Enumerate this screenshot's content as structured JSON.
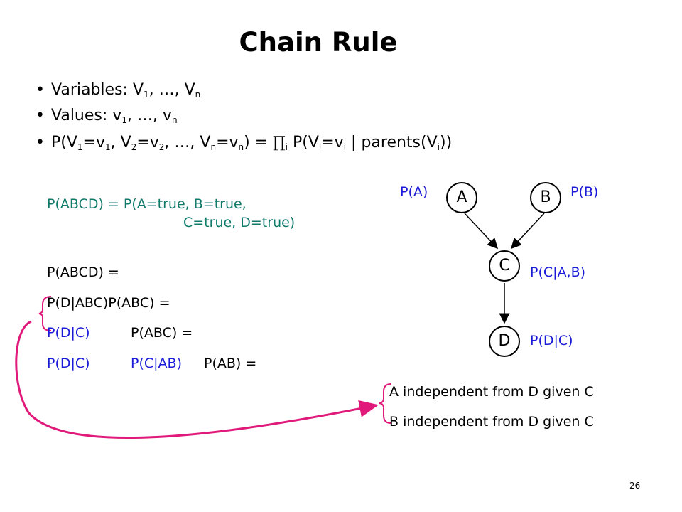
{
  "title": "Chain Rule",
  "bullets": {
    "b1": {
      "prefix": "Variables: V",
      "s1": "1",
      "mid": ", …, V",
      "s2": "n"
    },
    "b2": {
      "prefix": "Values: v",
      "s1": "1",
      "mid": ", …, v",
      "s2": "n"
    },
    "b3": {
      "p1": "P(V",
      "s1": "1",
      "p2": "=v",
      "s2": "1",
      "p3": ", V",
      "s3": "2",
      "p4": "=v",
      "s4": "2",
      "p5": ", …, V",
      "s5": "n",
      "p6": "=v",
      "s6": "n",
      "p7": ") = ",
      "pi": "∏",
      "pisub": "i",
      "p8": " P(V",
      "s7": "i",
      "p9": "=v",
      "s8": "i",
      "p10": " | parents(V",
      "s9": "i",
      "p11": "))"
    }
  },
  "definition": {
    "line1": "P(ABCD) = P(A=true, B=true,",
    "line2": "C=true, D=true)"
  },
  "derivation": {
    "row1": "P(ABCD) =",
    "row2": "P(D|ABC)P(ABC) =",
    "row3_blue": "P(D|C)",
    "row3_black": "P(ABC) =",
    "row4_blue1": "P(D|C)",
    "row4_blue2": "P(C|AB)",
    "row4_black": "P(AB) ="
  },
  "graph": {
    "nodes": {
      "a": "A",
      "b": "B",
      "c": "C",
      "d": "D"
    },
    "labels": {
      "pa": "P(A)",
      "pb": "P(B)",
      "pc": "P(C|A,B)",
      "pd": "P(D|C)"
    }
  },
  "independence": {
    "line1": "A independent from D given C",
    "line2": "B independent from D given C"
  },
  "colors": {
    "teal": "#0f7a6a",
    "blue": "#1a1ad8",
    "arrow": "#e0197a"
  },
  "page_number": "26"
}
